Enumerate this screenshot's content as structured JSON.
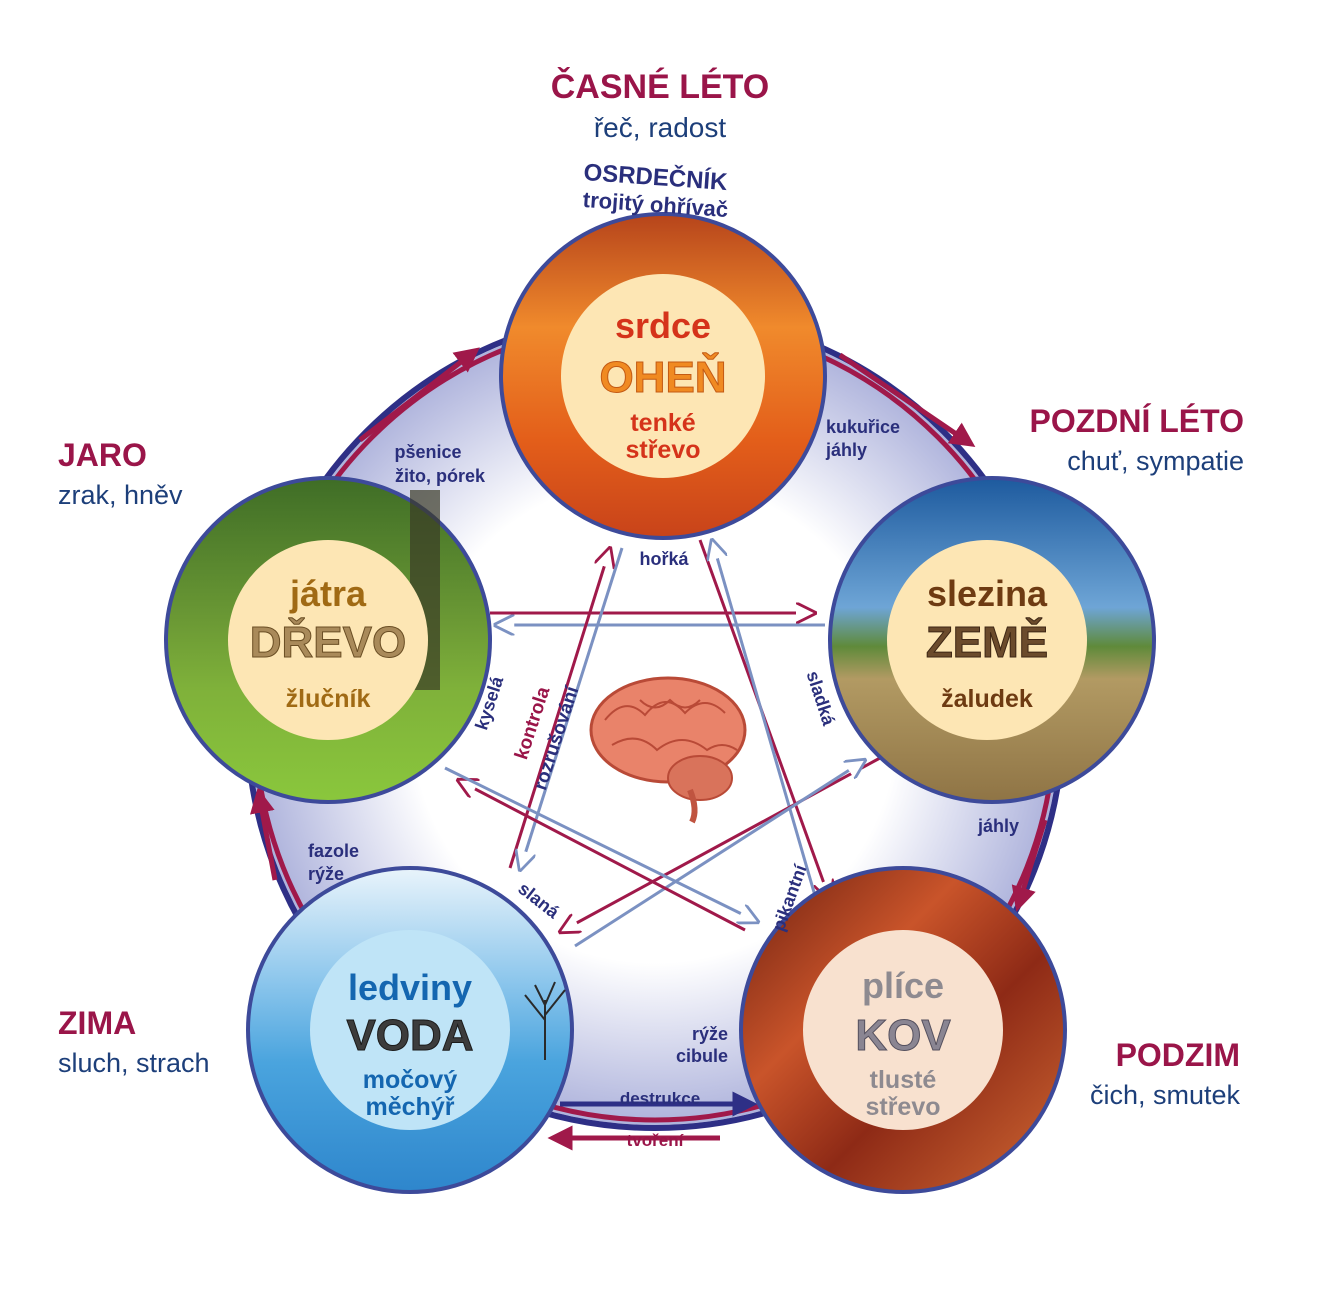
{
  "colors": {
    "season": "#9a1549",
    "senses": "#1d3f7a",
    "arrow_dark": "#2e2f86",
    "arrow_red": "#a0194a",
    "ring": "#b9bde0",
    "fire_label": "#d5331a",
    "wood_label": "#a06a14",
    "earth_label": "#6e3b12",
    "water_label": "#1466b0",
    "metal_label": "#8e8a90"
  },
  "seasons": {
    "early_summer": {
      "name": "ČASNÉ LÉTO",
      "senses": "řeč, radost"
    },
    "late_summer": {
      "name": "POZDNÍ LÉTO",
      "senses": "chuť, sympatie"
    },
    "spring": {
      "name": "JARO",
      "senses": "zrak, hněv"
    },
    "winter": {
      "name": "ZIMA",
      "senses": "sluch, strach"
    },
    "autumn": {
      "name": "PODZIM",
      "senses": "čich, smutek"
    }
  },
  "top_labels": {
    "line1": "OSRDEČNÍK",
    "line2": "trojitý ohřívač"
  },
  "elements": {
    "fire": {
      "organ": "srdce",
      "element": "OHEŇ",
      "paired1": "tenké",
      "paired2": "střevo"
    },
    "wood": {
      "organ": "játra",
      "element": "DŘEVO",
      "paired1": "žlučník",
      "paired2": ""
    },
    "earth": {
      "organ": "slezina",
      "element": "ZEMĚ",
      "paired1": "žaludek",
      "paired2": ""
    },
    "water": {
      "organ": "ledviny",
      "element": "VODA",
      "paired1": "močový",
      "paired2": "měchýř"
    },
    "metal": {
      "organ": "plíce",
      "element": "KOV",
      "paired1": "tlusté",
      "paired2": "střevo"
    }
  },
  "ring_foods": {
    "wood_fire": {
      "line1": "pšenice",
      "line2": "žito, pórek"
    },
    "fire_earth": {
      "line1": "kukuřice",
      "line2": "jáhly"
    },
    "earth_metal": {
      "line1": "jáhly",
      "line2": ""
    },
    "water_wood": {
      "line1": "fazole",
      "line2": "rýže"
    },
    "metal_water": {
      "line1": "rýže",
      "line2": "cibule"
    }
  },
  "tastes": {
    "fire": "hořká",
    "wood": "kyselá",
    "earth": "sladká",
    "water": "slaná",
    "metal": "pikantní"
  },
  "legend": {
    "control": "kontrola",
    "disruption": "rozrušování",
    "destruction": "destrukce",
    "creation": "tvoření"
  }
}
